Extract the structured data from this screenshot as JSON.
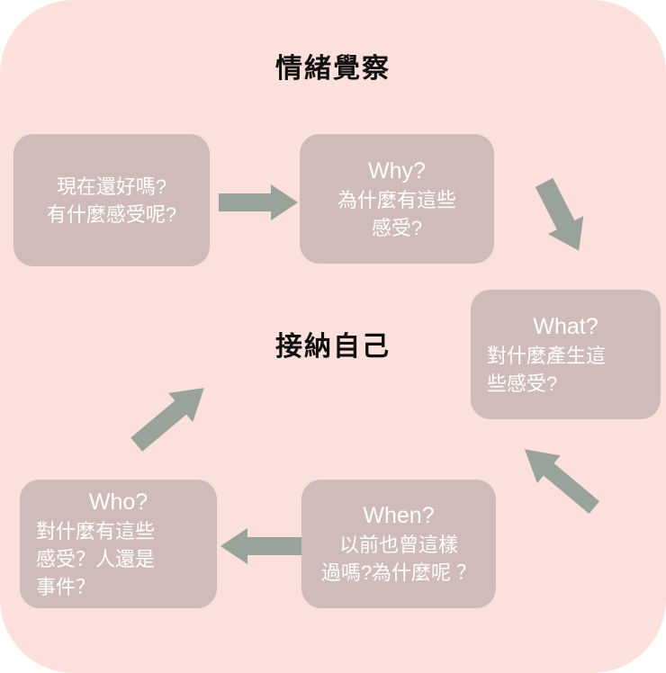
{
  "diagram": {
    "title_top": "情緒覺察",
    "title_center": "接納自己",
    "colors": {
      "background": "#FCE0DC",
      "node_fill": "#CFBBBA",
      "node_text": "#FFFFFF",
      "arrow": "#9AA29C",
      "heading_text": "#111111"
    },
    "nodes": [
      {
        "id": "now",
        "lead": "",
        "lines": [
          "現在還好嗎?",
          "有什麼感受呢?"
        ],
        "align": "center"
      },
      {
        "id": "why",
        "lead": "Why?",
        "lines": [
          "為什麼有這些",
          "感受?"
        ],
        "align": "center"
      },
      {
        "id": "what",
        "lead": "What?",
        "lines": [
          "對什麼產生這",
          "些感受?"
        ],
        "align": "left"
      },
      {
        "id": "when",
        "lead": "When?",
        "lines": [
          "以前也曾這樣",
          "過嗎?為什麼呢 ？"
        ],
        "align": "center"
      },
      {
        "id": "who",
        "lead": "Who?",
        "lines": [
          "對什麼有這些",
          "感受？人還是",
          "事件？"
        ],
        "align": "left"
      }
    ],
    "arrows": [
      {
        "id": "now-to-why",
        "direction": "right"
      },
      {
        "id": "why-to-what",
        "direction": "down-right"
      },
      {
        "id": "what-to-when",
        "direction": "down-left"
      },
      {
        "id": "when-to-who",
        "direction": "left"
      },
      {
        "id": "who-to-why",
        "direction": "up-right"
      }
    ]
  }
}
